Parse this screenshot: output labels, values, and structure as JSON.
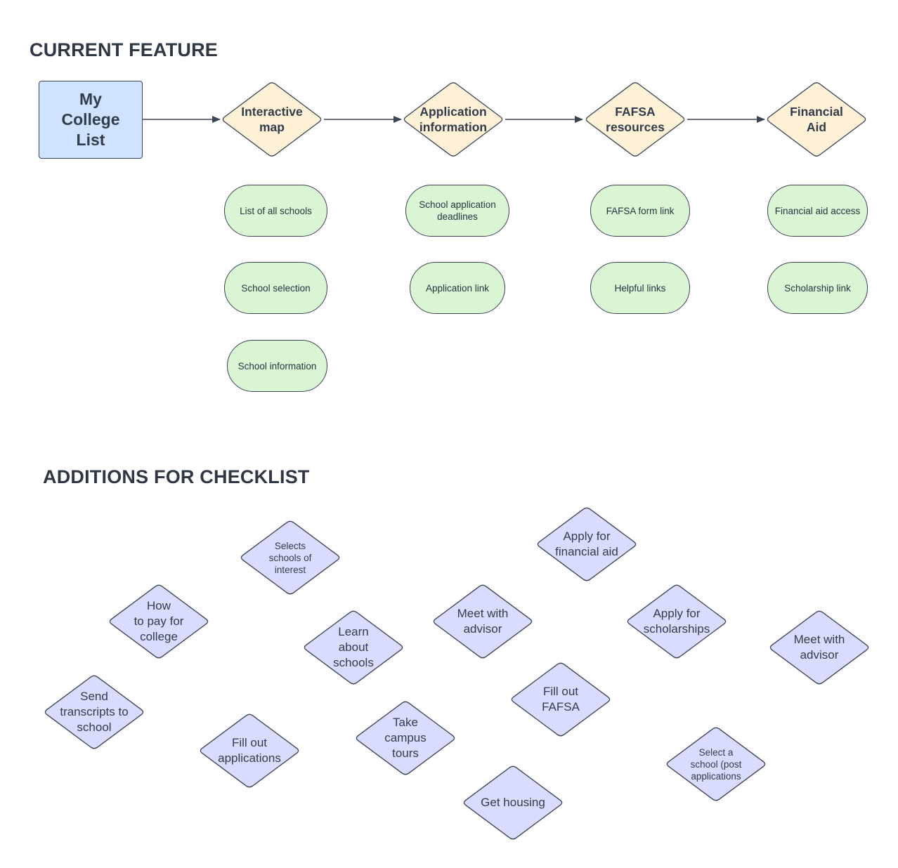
{
  "sections": {
    "current_title": "CURRENT FEATURE",
    "additions_title": "ADDITIONS FOR CHECKLIST"
  },
  "colors": {
    "root_fill": "#cfe2ff",
    "category_fill": "#fff1d6",
    "item_fill": "#d9f5d3",
    "checklist_fill": "#d9dcff",
    "stroke": "#3a4453"
  },
  "flow": {
    "root": "My\nCollege\nList",
    "categories": [
      {
        "label": "Interactive\nmap",
        "items": [
          "List of all schools",
          "School selection",
          "School information"
        ]
      },
      {
        "label": "Application\ninformation",
        "items": [
          "School application\ndeadlines",
          "Application link"
        ]
      },
      {
        "label": "FAFSA\nresources",
        "items": [
          "FAFSA form link",
          "Helpful links"
        ]
      },
      {
        "label": "Financial\nAid",
        "items": [
          "Financial aid access",
          "Scholarship link"
        ]
      }
    ]
  },
  "checklist": [
    "Selects\nschools of\ninterest",
    "Apply for\nfinancial aid",
    "How\nto pay for\ncollege",
    "Meet with\nadvisor",
    "Apply for\nscholarships",
    "Learn\nabout\nschools",
    "Meet with\nadvisor",
    "Send\ntranscripts to\nschool",
    "Fill out\nFAFSA",
    "Fill out\napplications",
    "Take\ncampus\ntours",
    "Select a\nschool (post\napplications",
    "Get housing"
  ]
}
